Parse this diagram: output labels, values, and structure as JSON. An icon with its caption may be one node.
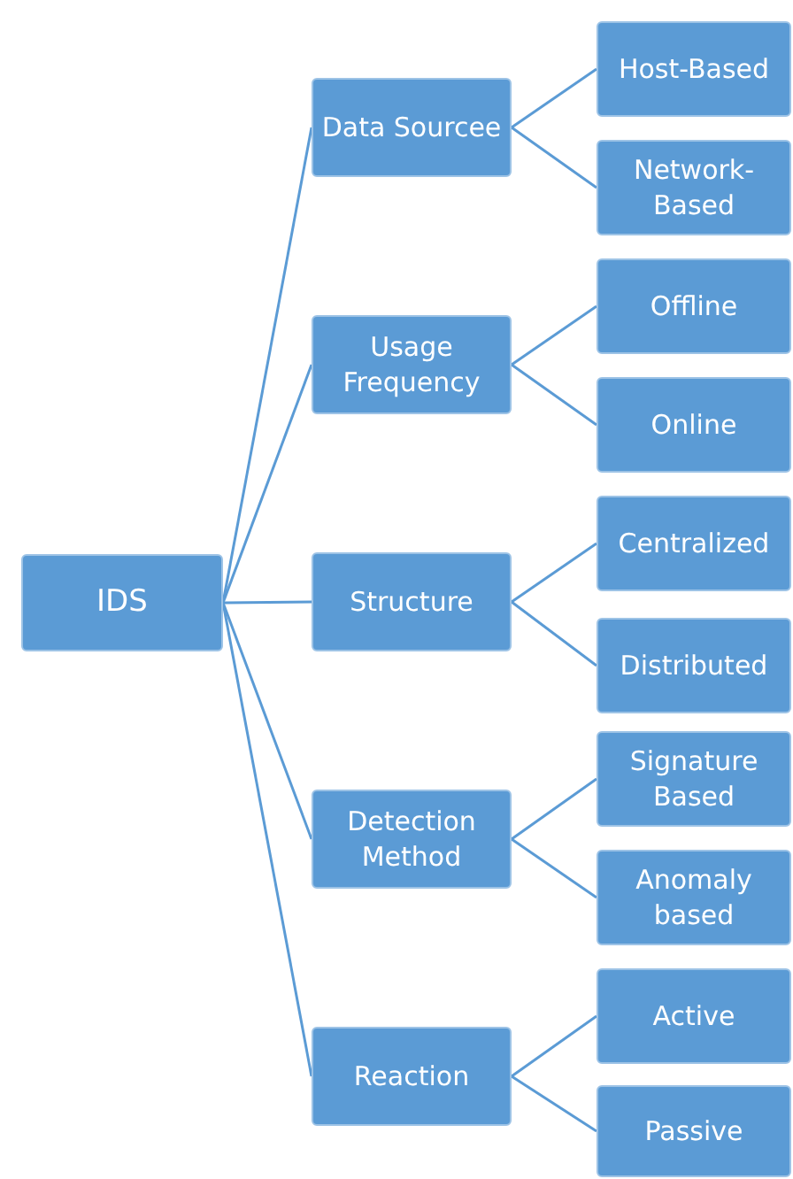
{
  "diagram": {
    "nodes": [
      {
        "text": [
          "IDS"
        ]
      },
      {
        "text": [
          "Data Sourcee"
        ]
      },
      {
        "text": [
          "Host-Based"
        ]
      },
      {
        "text": [
          "Network-Based"
        ]
      },
      {
        "text": [
          "Usage Frequency"
        ]
      },
      {
        "text": [
          "Offline"
        ]
      },
      {
        "text": [
          "Online"
        ]
      },
      {
        "text": [
          "Structure"
        ]
      },
      {
        "text": [
          "Centralized"
        ]
      },
      {
        "text": [
          "Distributed"
        ]
      },
      {
        "text": [
          "Detection Method"
        ]
      },
      {
        "text": [
          "Signature Based"
        ]
      },
      {
        "text": [
          "Anomaly based"
        ]
      },
      {
        "text": [
          "Reaction"
        ]
      },
      {
        "text": [
          "Active"
        ]
      },
      {
        "text": [
          "Passive"
        ]
      }
    ],
    "edges": [
      {
        "from": 0,
        "to": 1,
        "arrow": "none"
      },
      {
        "from": 0,
        "to": 4,
        "arrow": "none"
      },
      {
        "from": 0,
        "to": 7,
        "arrow": "none"
      },
      {
        "from": 0,
        "to": 10,
        "arrow": "none"
      },
      {
        "from": 0,
        "to": 13,
        "arrow": "none"
      },
      {
        "from": 1,
        "to": 2,
        "arrow": "none"
      },
      {
        "from": 1,
        "to": 3,
        "arrow": "none"
      },
      {
        "from": 4,
        "to": 5,
        "arrow": "none"
      },
      {
        "from": 4,
        "to": 6,
        "arrow": "none"
      },
      {
        "from": 7,
        "to": 8,
        "arrow": "none"
      },
      {
        "from": 7,
        "to": 9,
        "arrow": "none"
      },
      {
        "from": 10,
        "to": 11,
        "arrow": "none"
      },
      {
        "from": 10,
        "to": 12,
        "arrow": "none"
      },
      {
        "from": 13,
        "to": 14,
        "arrow": "none"
      },
      {
        "from": 13,
        "to": 15,
        "arrow": "none"
      }
    ]
  }
}
